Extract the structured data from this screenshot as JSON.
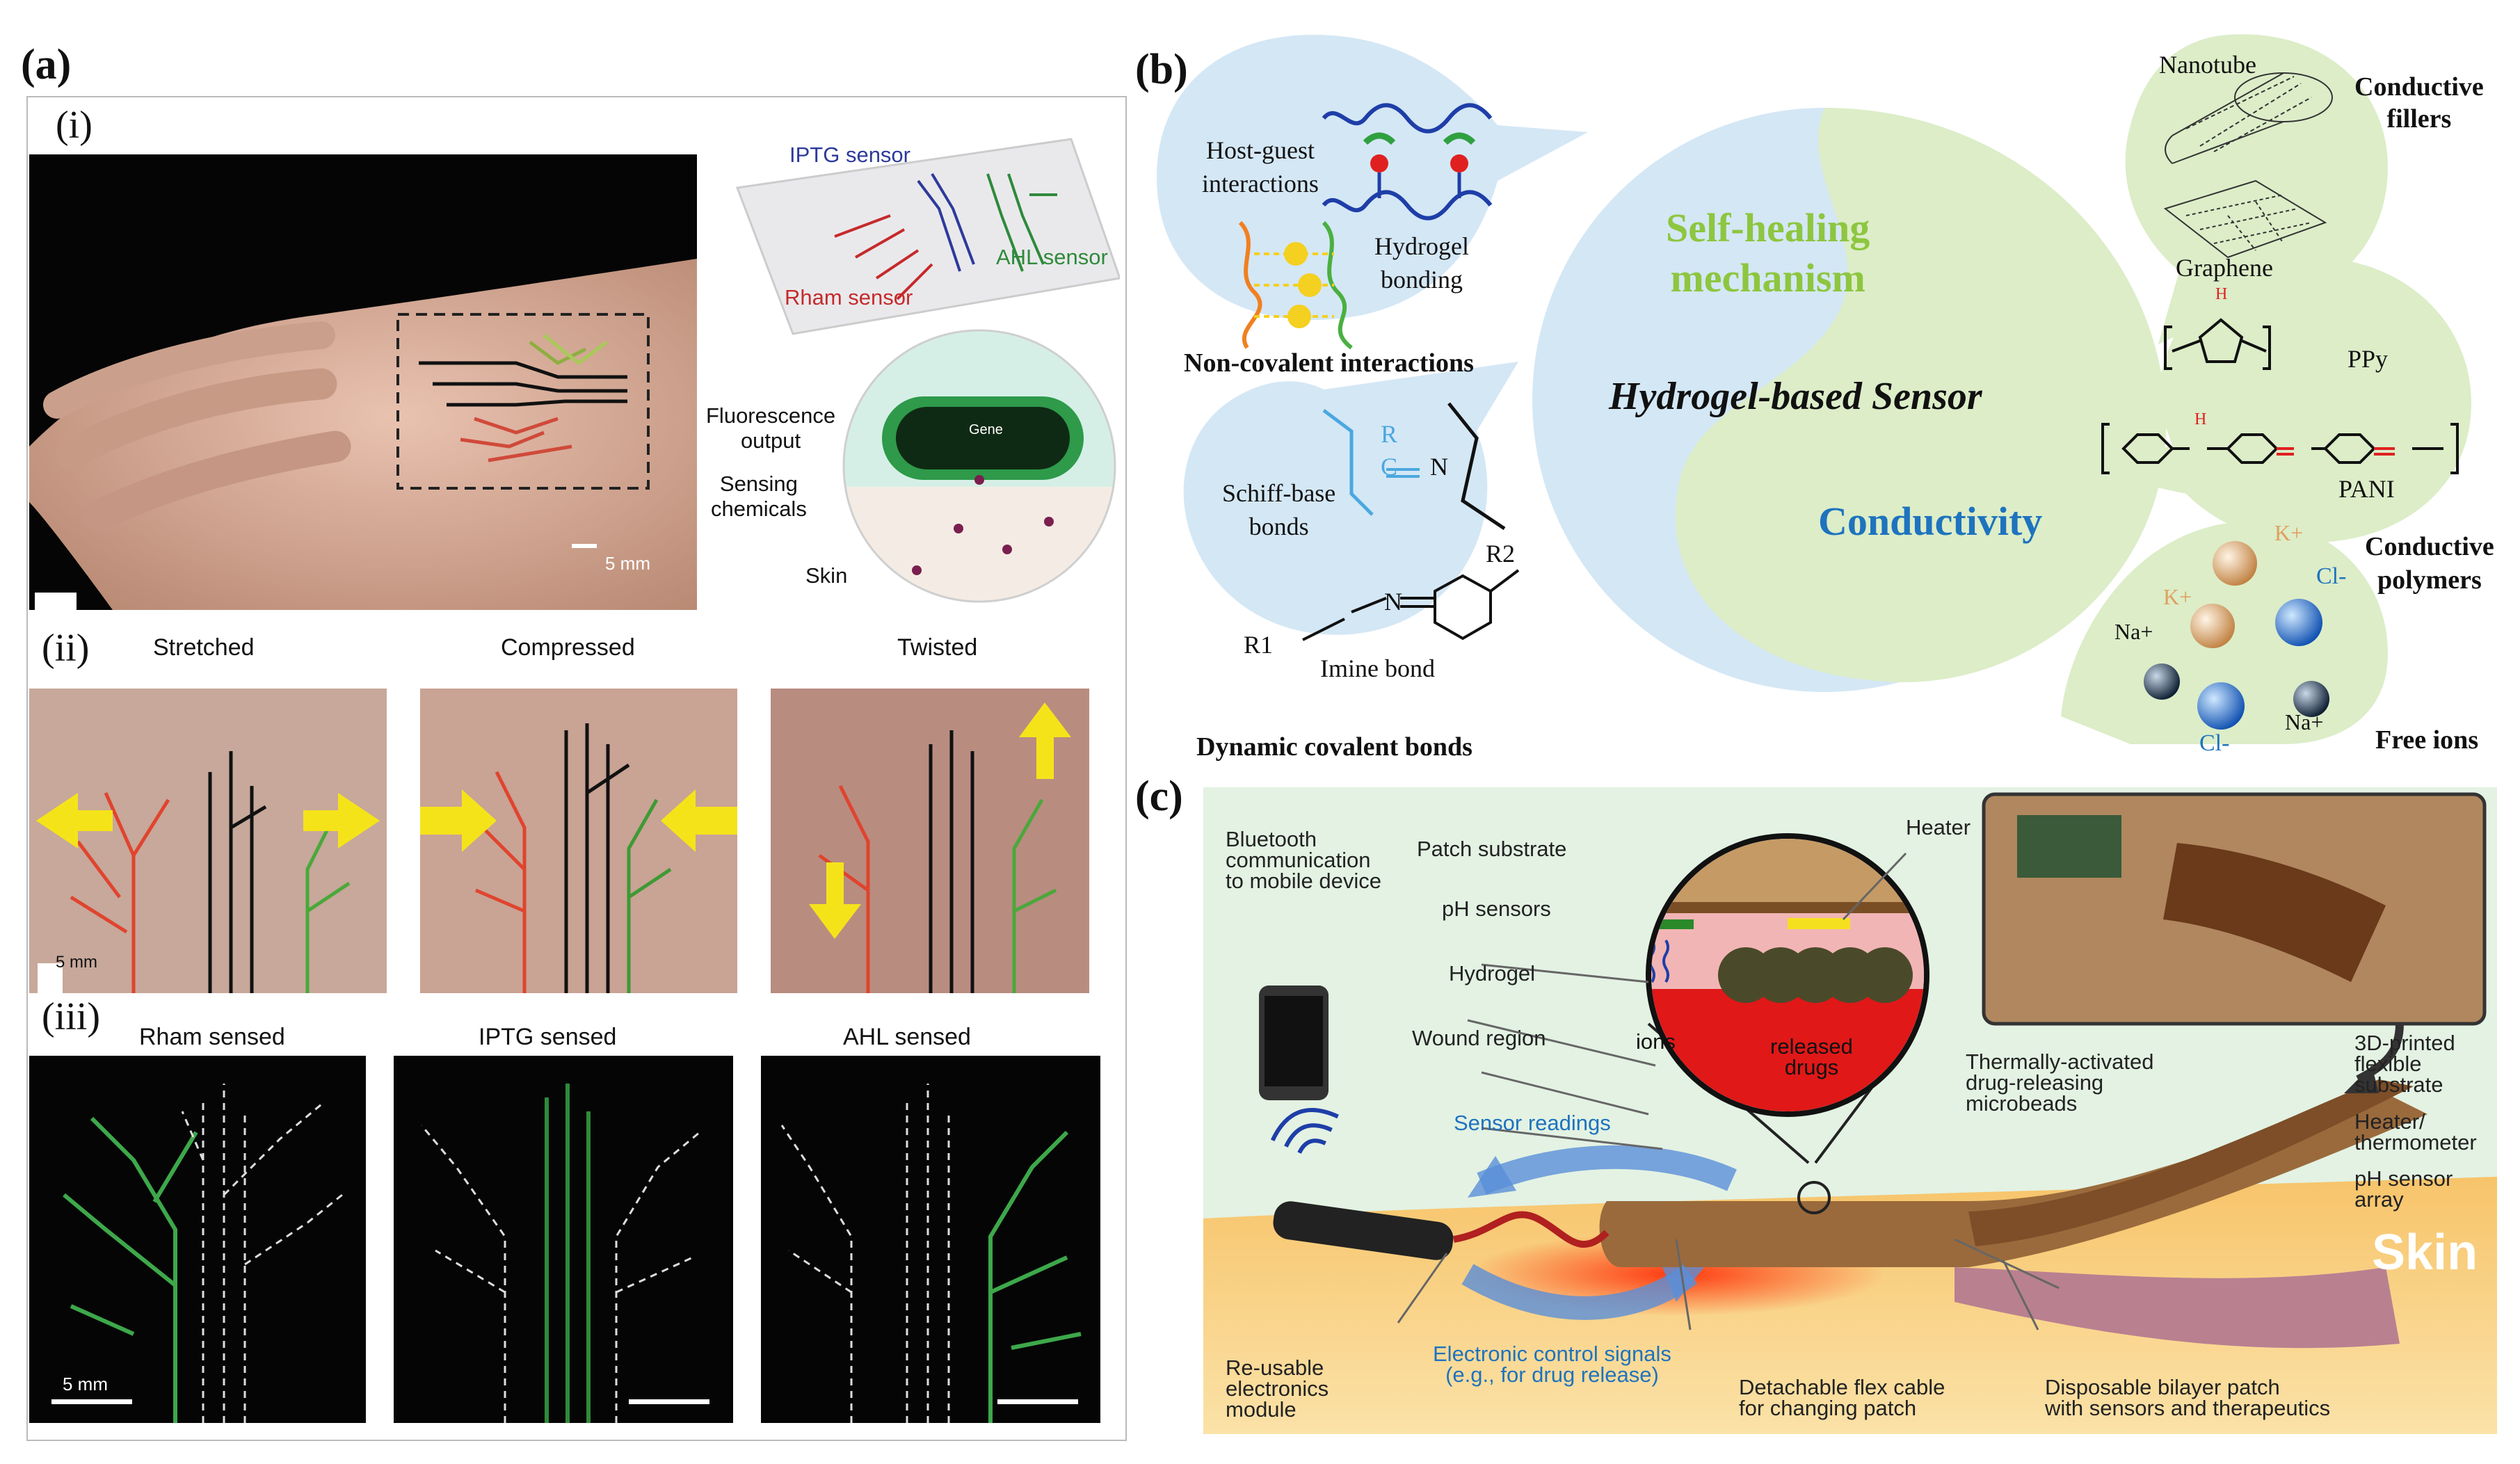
{
  "panel_a": {
    "letter": "(a)",
    "sub_i": "(i)",
    "sub_ii": "(ii)",
    "sub_iii": "(iii)",
    "iptg_sensor": "IPTG sensor",
    "ahl_sensor": "AHL sensor",
    "rham_sensor": "Rham sensor",
    "fluorescence_output": "Fluorescence\noutput",
    "sensing_chemicals": "Sensing\nchemicals",
    "skin": "Skin",
    "gene": "Gene",
    "scale_5mm": "5 mm",
    "stretched": "Stretched",
    "compressed": "Compressed",
    "twisted": "Twisted",
    "rham_sensed": "Rham sensed",
    "iptg_sensed": "IPTG sensed",
    "ahl_sensed": "AHL sensed"
  },
  "panel_b": {
    "letter": "(b)",
    "host_guest": "Host-guest\ninteractions",
    "hydrogel_bonding": "Hydrogel\nbonding",
    "non_covalent": "Non-covalent interactions",
    "schiff_base": "Schiff-base\nbonds",
    "imine_bond": "Imine bond",
    "dynamic_covalent": "Dynamic covalent bonds",
    "self_healing": "Self-healing\nmechanism",
    "hydrogel_sensor": "Hydrogel-based Sensor",
    "conductivity": "Conductivity",
    "nanotube": "Nanotube",
    "graphene": "Graphene",
    "conductive_fillers": "Conductive\nfillers",
    "ppy": "PPy",
    "pani": "PANI",
    "conductive_polymers": "Conductive\npolymers",
    "free_ions": "Free ions",
    "r": "R",
    "c": "C",
    "n": "N",
    "r1": "R1",
    "r2": "R2",
    "h": "H",
    "na": "Na+",
    "k": "K+",
    "cl": "Cl-",
    "colors": {
      "green": "#8dc63f",
      "blue": "#1e73be",
      "bubble": "#d4e7f5",
      "leaf": "#dcedc8"
    }
  },
  "panel_c": {
    "letter": "(c)",
    "bluetooth": "Bluetooth\ncommunication\nto mobile device",
    "patch_substrate": "Patch substrate",
    "ph_sensors": "pH sensors",
    "hydrogel": "Hydrogel",
    "wound_region": "Wound region",
    "heater": "Heater",
    "ions": "ions",
    "released_drugs": "released\ndrugs",
    "thermally_activated": "Thermally-activated\ndrug-releasing\nmicrobeads",
    "printed_substrate": "3D-printed\nflexible\nsubstrate",
    "heater_thermometer": "Heater/\nthermometer",
    "ph_sensor_array": "pH sensor\narray",
    "skin": "Skin",
    "sensor_readings": "Sensor readings",
    "reusable_module": "Re-usable\nelectronics\nmodule",
    "control_signals": "Electronic control signals\n(e.g., for drug release)",
    "flex_cable": "Detachable flex cable\nfor changing patch",
    "bilayer_patch": "Disposable bilayer patch\nwith sensors and therapeutics"
  }
}
